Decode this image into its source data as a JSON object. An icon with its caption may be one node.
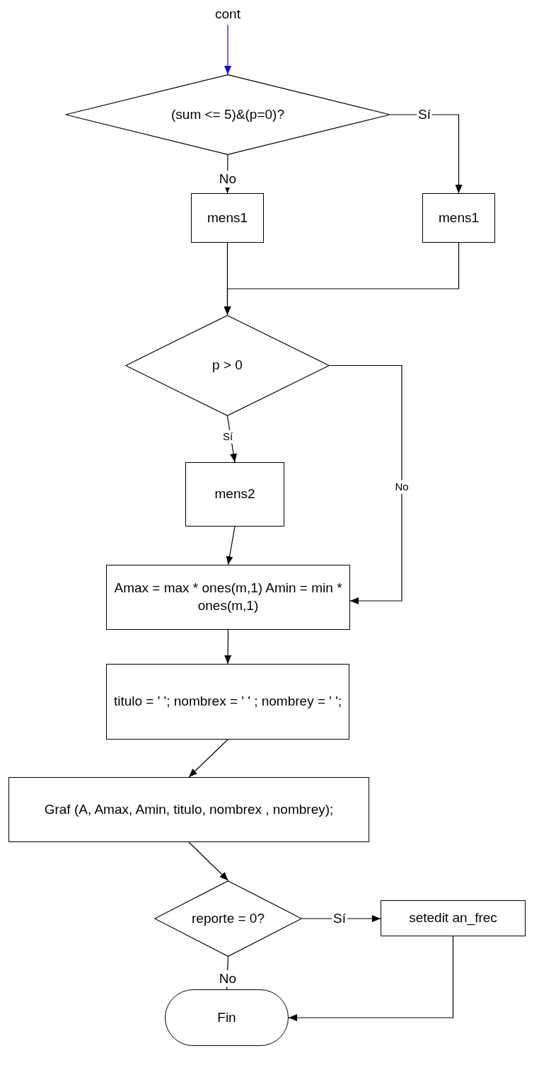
{
  "diagram": {
    "nodes": [
      {
        "text": [
          "cont"
        ]
      },
      {
        "text": [
          "(sum <= 5)&(p=0)?"
        ]
      },
      {
        "text": [
          "mens1"
        ]
      },
      {
        "text": [
          "mens1"
        ]
      },
      {
        "text": [
          "p > 0"
        ]
      },
      {
        "text": [
          "mens2"
        ]
      },
      {
        "text": [
          "Amax = max * ones(m,1) Amin = min * ones(m,1)"
        ]
      },
      {
        "text": [
          "titulo = ' '; nombrex = ' ' ; nombrey = ' ';"
        ]
      },
      {
        "text": [
          "Graf (A, Amax, Amin, titulo, nombrex , nombrey);"
        ]
      },
      {
        "text": [
          "reporte = 0?"
        ]
      },
      {
        "text": [
          "setedit  an_frec"
        ]
      },
      {
        "text": [
          "Fin"
        ]
      }
    ],
    "edges": [
      {
        "from": 0,
        "to": 1,
        "arrow": "to",
        "color": "#0000ff"
      },
      {
        "from": 1,
        "to": 3,
        "arrow": "to",
        "label": "Sí"
      },
      {
        "from": 1,
        "to": 2,
        "arrow": "to",
        "label": "No"
      },
      {
        "from": 2,
        "to": 4,
        "arrow": "to"
      },
      {
        "from": 3,
        "to": 4,
        "arrow": "to"
      },
      {
        "from": 4,
        "to": 5,
        "arrow": "to",
        "label": "Sí"
      },
      {
        "from": 4,
        "to": 6,
        "arrow": "to",
        "label": "No"
      },
      {
        "from": 5,
        "to": 6,
        "arrow": "to"
      },
      {
        "from": 6,
        "to": 7,
        "arrow": "to"
      },
      {
        "from": 7,
        "to": 8,
        "arrow": "to"
      },
      {
        "from": 8,
        "to": 9,
        "arrow": "to"
      },
      {
        "from": 9,
        "to": 10,
        "arrow": "to",
        "label": "Sí"
      },
      {
        "from": 9,
        "to": 11,
        "arrow": "to",
        "label": "No"
      },
      {
        "from": 10,
        "to": 11,
        "arrow": "to"
      }
    ]
  }
}
